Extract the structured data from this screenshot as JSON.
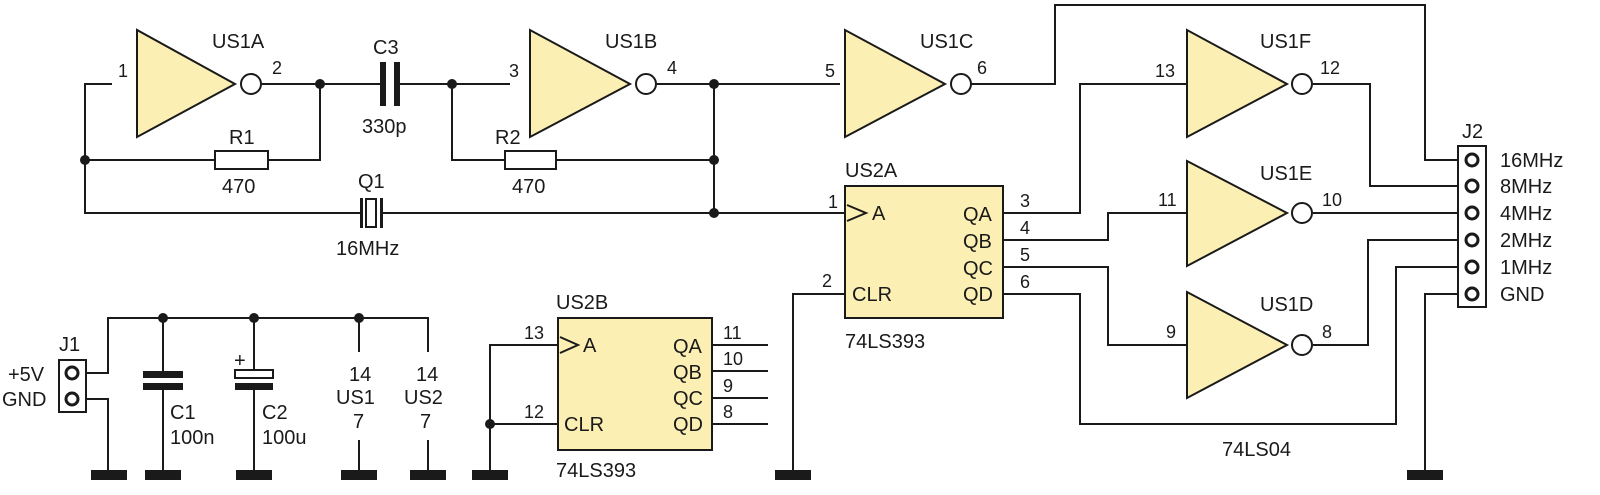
{
  "gates": {
    "us1a": {
      "name": "US1A",
      "pin_in": "1",
      "pin_out": "2"
    },
    "us1b": {
      "name": "US1B",
      "pin_in": "3",
      "pin_out": "4"
    },
    "us1c": {
      "name": "US1C",
      "pin_in": "5",
      "pin_out": "6"
    },
    "us1f": {
      "name": "US1F",
      "pin_in": "13",
      "pin_out": "12"
    },
    "us1e": {
      "name": "US1E",
      "pin_in": "11",
      "pin_out": "10"
    },
    "us1d": {
      "name": "US1D",
      "pin_in": "9",
      "pin_out": "8"
    }
  },
  "gates_part": "74LS04",
  "c3": {
    "name": "C3",
    "value": "330p"
  },
  "r1": {
    "name": "R1",
    "value": "470"
  },
  "r2": {
    "name": "R2",
    "value": "470"
  },
  "q1": {
    "name": "Q1",
    "value": "16MHz"
  },
  "us2a": {
    "name": "US2A",
    "part": "74LS393",
    "in_a": "A",
    "in_clr": "CLR",
    "pin_a": "1",
    "pin_clr": "2",
    "outputs": [
      {
        "label": "QA",
        "pin": "3"
      },
      {
        "label": "QB",
        "pin": "4"
      },
      {
        "label": "QC",
        "pin": "5"
      },
      {
        "label": "QD",
        "pin": "6"
      }
    ]
  },
  "us2b": {
    "name": "US2B",
    "part": "74LS393",
    "in_a": "A",
    "in_clr": "CLR",
    "pin_a": "13",
    "pin_clr": "12",
    "outputs": [
      {
        "label": "QA",
        "pin": "11"
      },
      {
        "label": "QB",
        "pin": "10"
      },
      {
        "label": "QC",
        "pin": "9"
      },
      {
        "label": "QD",
        "pin": "8"
      }
    ]
  },
  "j1": {
    "name": "J1",
    "pins": [
      "+5V",
      "GND"
    ]
  },
  "j2": {
    "name": "J2",
    "pins": [
      "16MHz",
      "8MHz",
      "4MHz",
      "2MHz",
      "1MHz",
      "GND"
    ]
  },
  "c1": {
    "name": "C1",
    "value": "100n"
  },
  "c2": {
    "name": "C2",
    "value": "100u",
    "polarity": "+"
  },
  "power_pins": [
    {
      "vcc": "14",
      "chip": "US1",
      "gnd": "7"
    },
    {
      "vcc": "14",
      "chip": "US2",
      "gnd": "7"
    }
  ]
}
